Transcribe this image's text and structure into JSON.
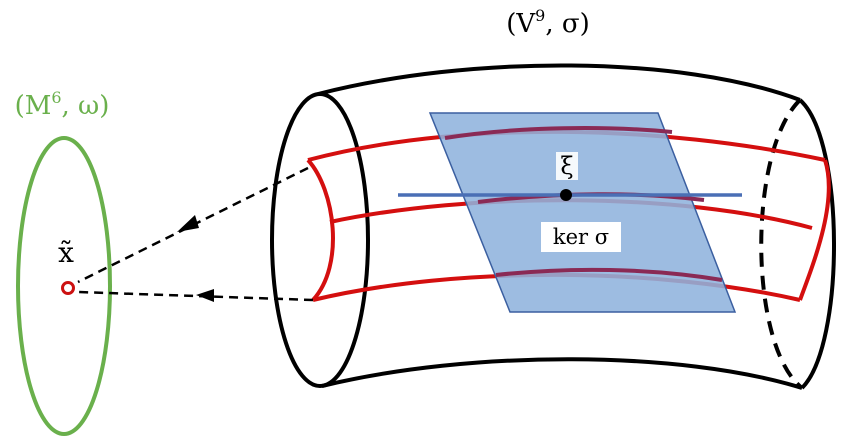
{
  "labels": {
    "total_space": {
      "base": "(V",
      "sup": "9",
      "rest": ", σ)"
    },
    "base_manifold": {
      "base": "(M",
      "sup": "6",
      "rest": ", ω)"
    },
    "point": "x̃",
    "vector": "ξ",
    "kernel": "ker σ"
  },
  "colors": {
    "base_manifold": "#6ab04c",
    "point": "#cc1111",
    "fibers": "#d40f0f",
    "plane_fill": "#8fb3dd",
    "plane_stroke": "#3b5fa0",
    "horizontal_line": "#4a6fb5",
    "outline": "#000000"
  }
}
